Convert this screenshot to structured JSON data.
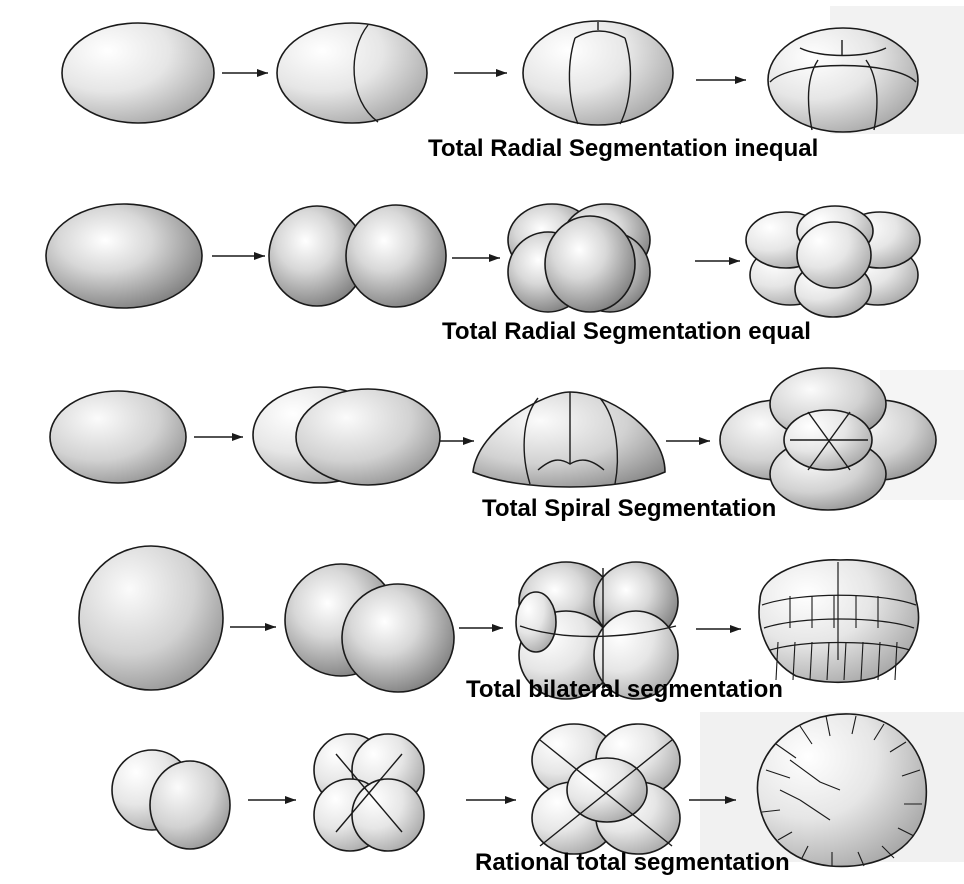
{
  "rows": [
    {
      "id": "radial-inequal",
      "caption": "Total Radial Segmentation inequal"
    },
    {
      "id": "radial-equal",
      "caption": "Total Radial Segmentation equal"
    },
    {
      "id": "spiral",
      "caption": "Total Spiral Segmentation"
    },
    {
      "id": "bilateral",
      "caption": "Total bilateral segmentation"
    },
    {
      "id": "rotational",
      "caption": "Rational total segmentation"
    }
  ],
  "icons": {
    "cell": "embryo-cell-icon",
    "arrow": "right-arrow-icon"
  },
  "colors": {
    "ink": "#1a1a1a",
    "shade_dark": "#6f6f6f",
    "shade_light": "#ffffff",
    "paper": "#ffffff"
  }
}
